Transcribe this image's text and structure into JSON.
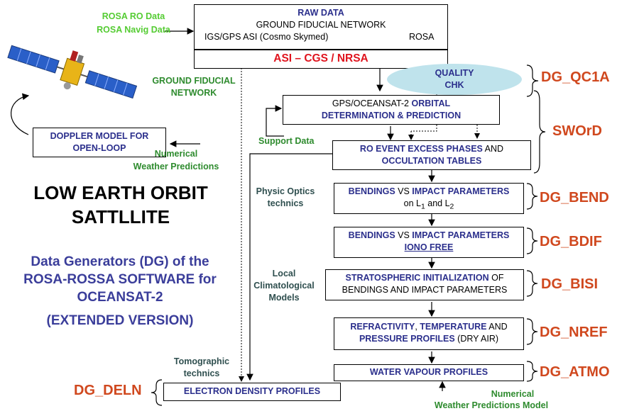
{
  "inputs": {
    "rosa_ro": "ROSA RO Data",
    "rosa_navig": "ROSA Navig Data",
    "ground_fiducial_l1": "GROUND FIDUCIAL",
    "ground_fiducial_l2": "NETWORK",
    "support_data": "Support  Data",
    "nwp_l1": "Numerical",
    "nwp_l2": "Weather Predictions",
    "nwpm_l1": "Numerical",
    "nwpm_l2": "Weather Predictions Model"
  },
  "raw": {
    "title": "RAW DATA",
    "line2": "GROUND FIDUCIAL NETWORK",
    "left": "IGS/GPS ASI (Cosmo Skymed)",
    "right": "ROSA"
  },
  "asi": "ASI – CGS / NRSA",
  "quality": {
    "l1": "QUALITY",
    "l2": "CHK"
  },
  "orbit": {
    "l1a": "GPS/OCEANSAT-2 ",
    "l1b": "ORBITAL",
    "l2": "DETERMINATION & PREDICTION"
  },
  "ro_event": {
    "l1a": "RO EVENT EXCESS PHASES",
    "l1b": " AND",
    "l2": "OCCULTATION TABLES"
  },
  "bend": {
    "l1a": "BENDINGS",
    "l1b": " VS ",
    "l1c": "IMPACT PARAMETERS",
    "l2a": "on L",
    "sub1": "1",
    "l2b": " and L",
    "sub2": "2"
  },
  "bdif": {
    "l1a": "BENDINGS",
    "l1b": " VS ",
    "l1c": "IMPACT PARAMETERS",
    "l2": "IONO FREE"
  },
  "bisi": {
    "l1a": "STRATOSPHERIC INITIALIZATION",
    "l1b": " OF",
    "l2": "BENDINGS AND IMPACT PARAMETERS"
  },
  "nref": {
    "l1a": "REFRACTIVITY",
    "l1b": ", ",
    "l1c": "TEMPERATURE",
    "l1d": " AND",
    "l2a": "PRESSURE PROFILES",
    "l2b": " (DRY AIR)"
  },
  "atmo": "WATER VAPOUR PROFILES",
  "deln": "ELECTRON DENSITY PROFILES",
  "doppler": {
    "l1": "DOPPLER MODEL FOR",
    "l2": "OPEN-LOOP"
  },
  "side_labels": {
    "physic_l1": "Physic Optics",
    "physic_l2": "technics",
    "local_l1": "Local",
    "local_l2": "Climatological",
    "local_l3": "Models",
    "tomo_l1": "Tomographic",
    "tomo_l2": "technics"
  },
  "leo": {
    "l1": "LOW EARTH ORBIT",
    "l2": "SATTLLITE"
  },
  "dg_title": {
    "l1": "Data Generators (DG) of the",
    "l2": "ROSA-ROSSA SOFTWARE for",
    "l3": "OCEANSAT-2",
    "l4": "(EXTENDED VERSION)"
  },
  "tags": {
    "qc1a": "DG_QC1A",
    "sword": "SWOrD",
    "bend": "DG_BEND",
    "bdif": "DG_BDIF",
    "bisi": "DG_BISI",
    "nref": "DG_NREF",
    "atmo": "DG_ATMO",
    "deln": "DG_DELN"
  },
  "colors": {
    "navy": "#2b2f8c",
    "tag": "#d0481e",
    "green": "#2e8b2e",
    "red": "#e0141e",
    "oval": "#bfe3ec"
  }
}
